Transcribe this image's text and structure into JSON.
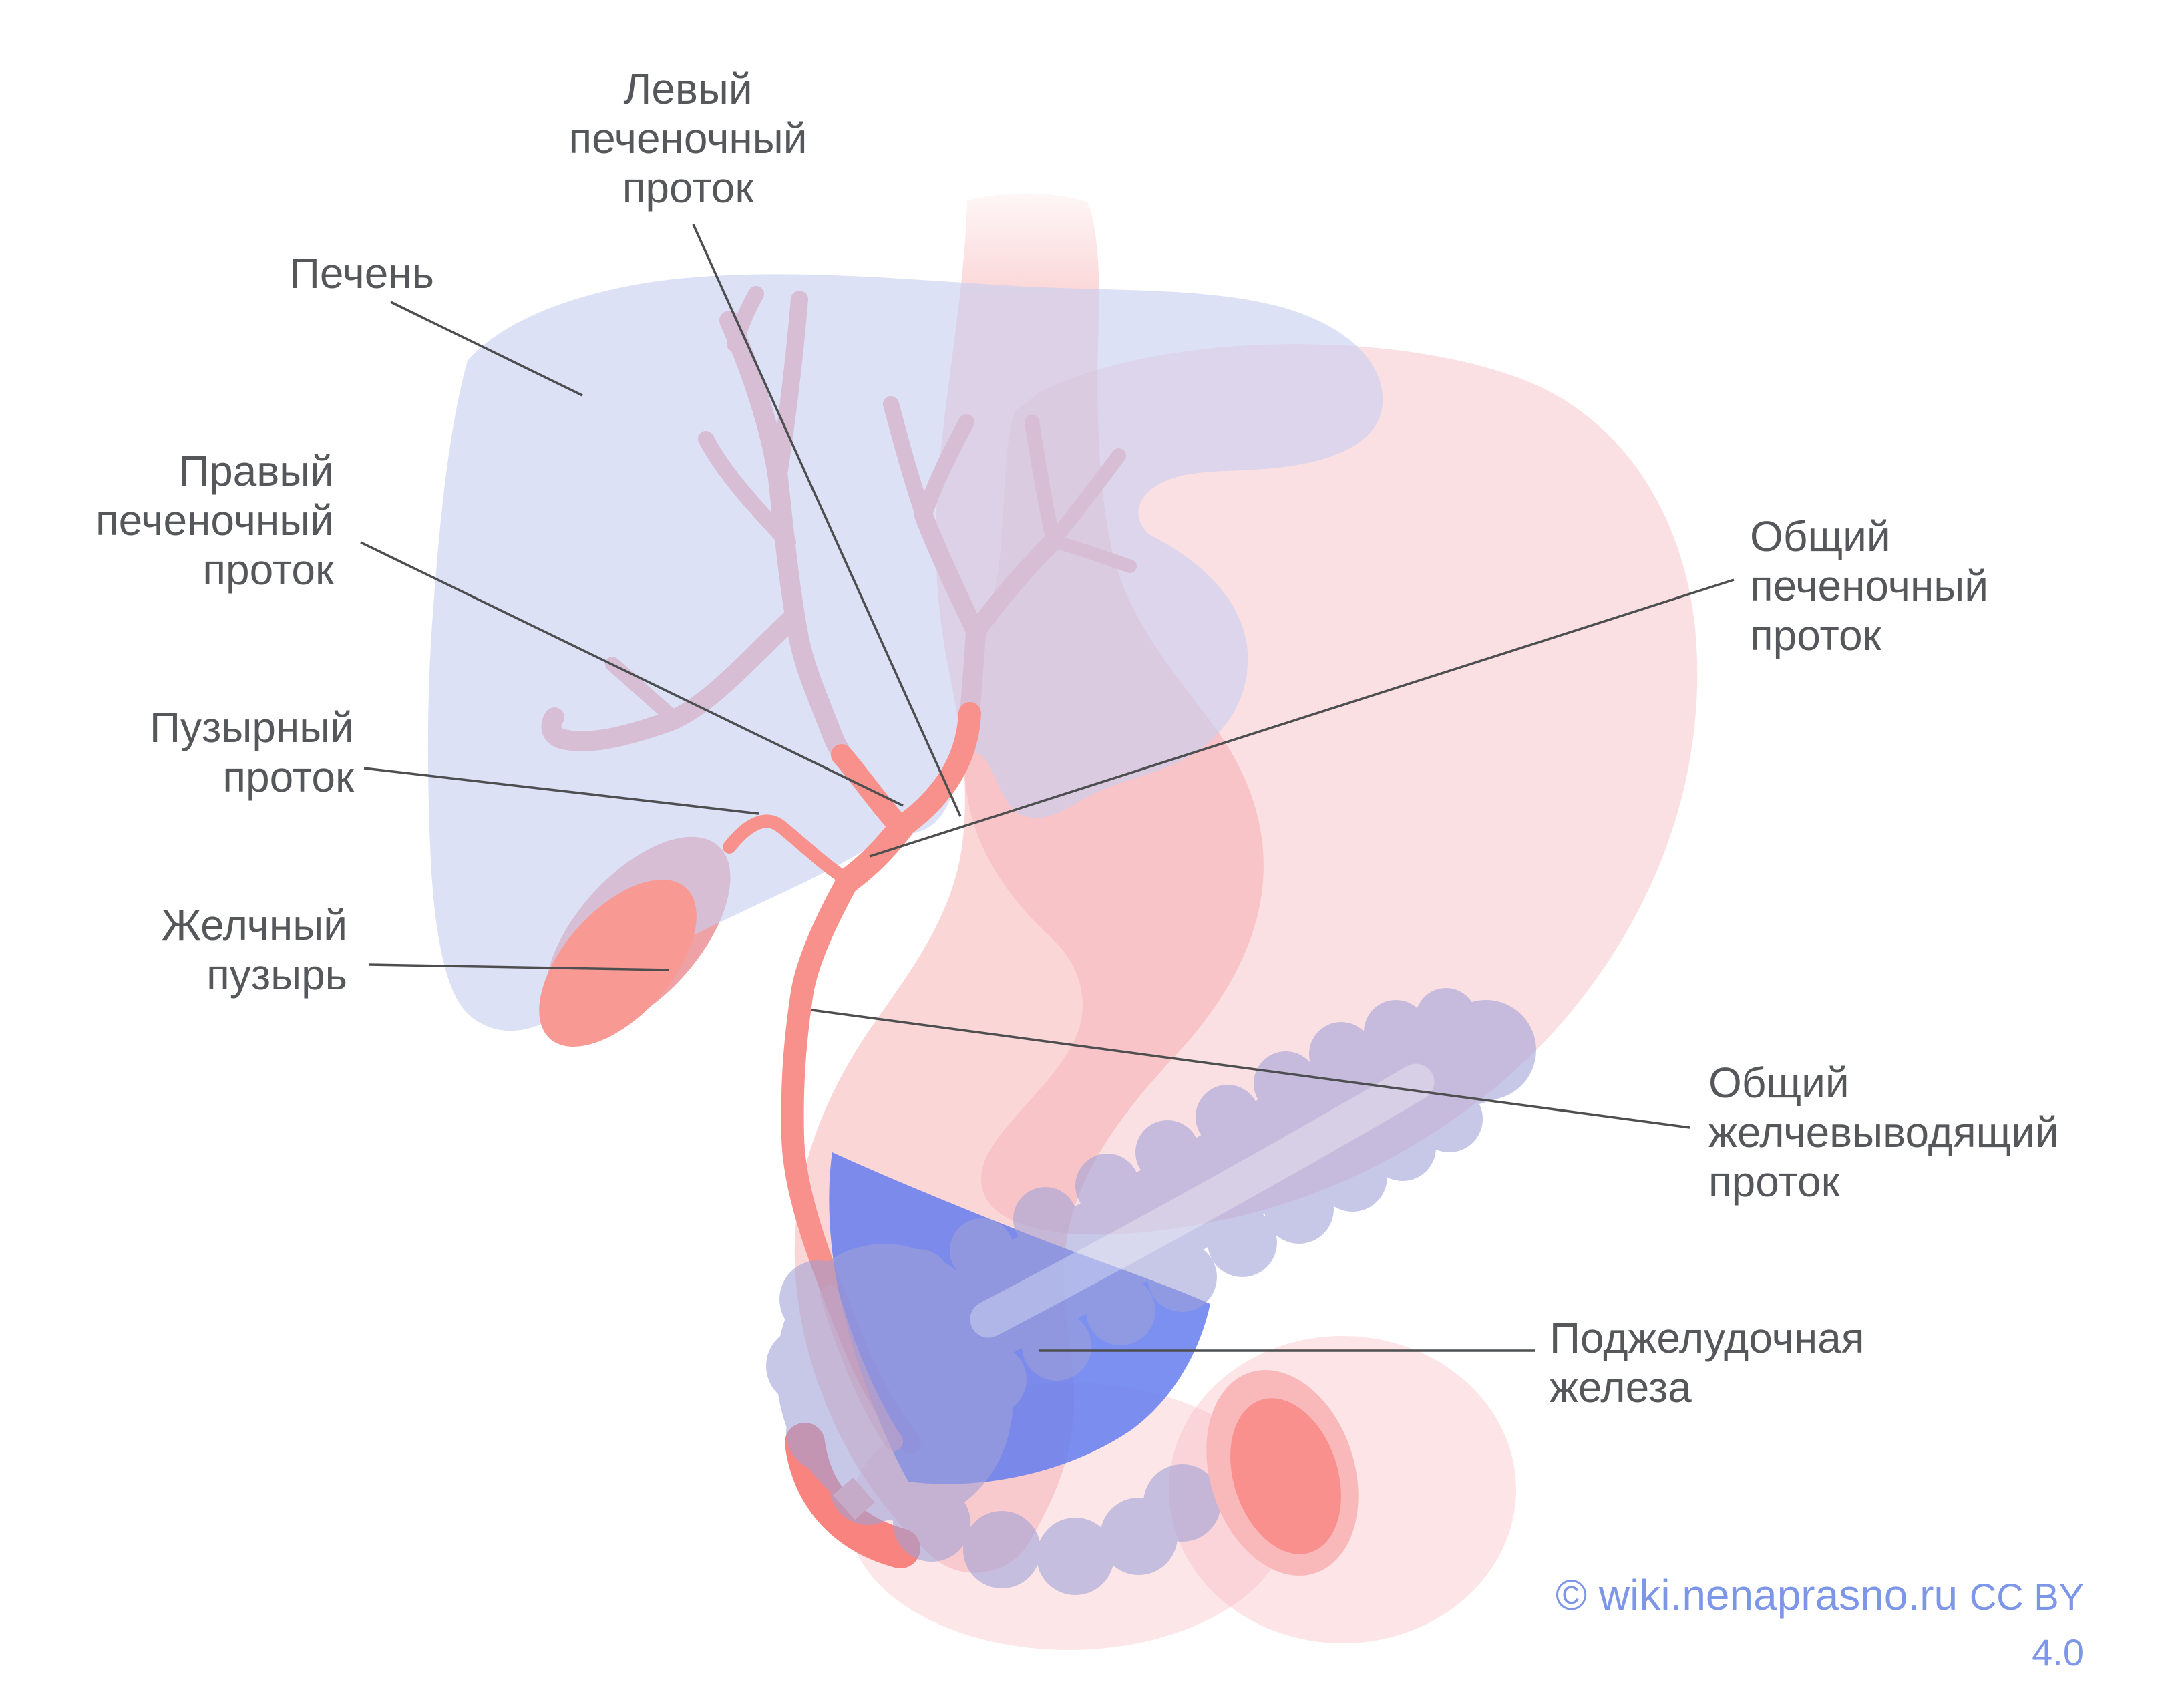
{
  "labels": {
    "liver": [
      "Печень"
    ],
    "left_hepatic_duct": [
      "Левый",
      "печеночный",
      "проток"
    ],
    "right_hepatic_duct": [
      "Правый",
      "печеночный",
      "проток"
    ],
    "cystic_duct": [
      "Пузырный",
      "проток"
    ],
    "gallbladder": [
      "Желчный",
      "пузырь"
    ],
    "common_hepatic_duct": [
      "Общий",
      "печеночный",
      "проток"
    ],
    "common_bile_duct": [
      "Общий",
      "желчевыводящий",
      "проток"
    ],
    "pancreas": [
      "Поджелудочная",
      "железа"
    ]
  },
  "watermark": {
    "credit": "© wiki.nenaprasno.ru",
    "license": "CC BY 4.0",
    "color": "#7d96e8"
  },
  "palette": {
    "label_text": "#56575a",
    "leader_line": "#4d4e50",
    "liver_fill": "#dce0f5",
    "stomach_fill": "#fbe0e3",
    "duct_muted": "#efa2a6",
    "duct_bright": "#f8918b",
    "gallbladder": "#f89a93",
    "pancreas": "#c7c5e2",
    "pancreas_head_highlight": "#758bee",
    "duodenum_cut": "#f9908d",
    "crescent": "#f8837f"
  }
}
